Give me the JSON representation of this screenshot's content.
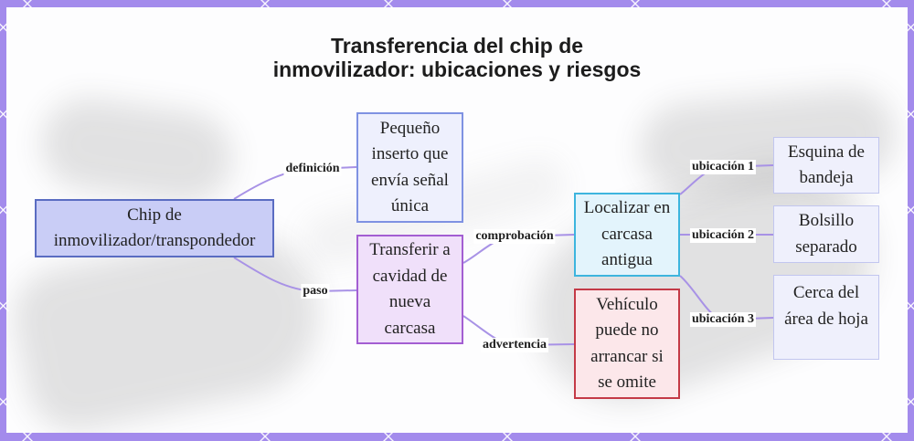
{
  "title": "Transferencia del chip de\ninmovilizador: ubicaciones y riesgos",
  "colors": {
    "frame": "#a38bec",
    "edge": "#a892e6",
    "label_bg": "#ffffff"
  },
  "nodes": {
    "chip": {
      "text": "Chip de\ninmovilizador/transpondedor",
      "fill": "#c9cdf6",
      "border": "#5a6cc2"
    },
    "pequeno": {
      "text": "Pequeño\ninserto que\nenvía señal\núnica",
      "fill": "#eef0fd",
      "border": "#7f92e2"
    },
    "transferir": {
      "text": "Transferir a\ncavidad de\nnueva\ncarcasa",
      "fill": "#f0e0fa",
      "border": "#a35ed2"
    },
    "localizar": {
      "text": "Localizar en\ncarcasa\nantigua",
      "fill": "#e3f4fc",
      "border": "#3db5de"
    },
    "vehiculo": {
      "text": "Vehículo\npuede no\narrancar si\nse omite",
      "fill": "#fce7ea",
      "border": "#c43a47"
    },
    "esquina": {
      "text": "Esquina de\nbandeja",
      "fill": "#eff0fc",
      "border": "#c2c6ef"
    },
    "bolsillo": {
      "text": "Bolsillo\nseparado",
      "fill": "#eff0fc",
      "border": "#c2c6ef"
    },
    "cerca": {
      "text": "Cerca del\nárea de hoja",
      "fill": "#eff0fc",
      "border": "#c2c6ef"
    }
  },
  "edge_labels": {
    "chip_to_pequeno": "definición",
    "chip_to_transferir": "paso",
    "transferir_to_localizar": "comprobación",
    "transferir_to_vehiculo": "advertencia",
    "localizar_to_esquina": "ubicación 1",
    "localizar_to_bolsillo": "ubicación 2",
    "localizar_to_cerca": "ubicación 3"
  }
}
